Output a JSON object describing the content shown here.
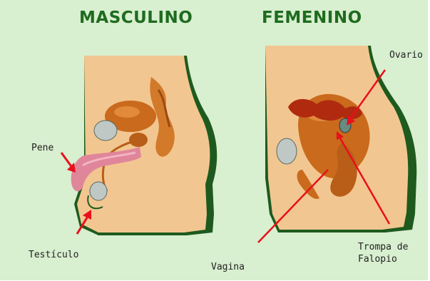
{
  "headings": {
    "left": "MASCULINO",
    "right": "FEMENINO"
  },
  "labels": {
    "pene": "Pene",
    "testiculo": "Testículo",
    "ovario": "Ovario",
    "vagina": "Vagina",
    "trompa_line1": "Trompa de",
    "trompa_line2": "Falopio"
  },
  "colors": {
    "background": "#d8efd0",
    "heading": "#1f6b1f",
    "skin": "#f2c690",
    "dark_edge": "#1e5a1e",
    "organ": "#c96a1c",
    "arrow": "#e8101a"
  }
}
